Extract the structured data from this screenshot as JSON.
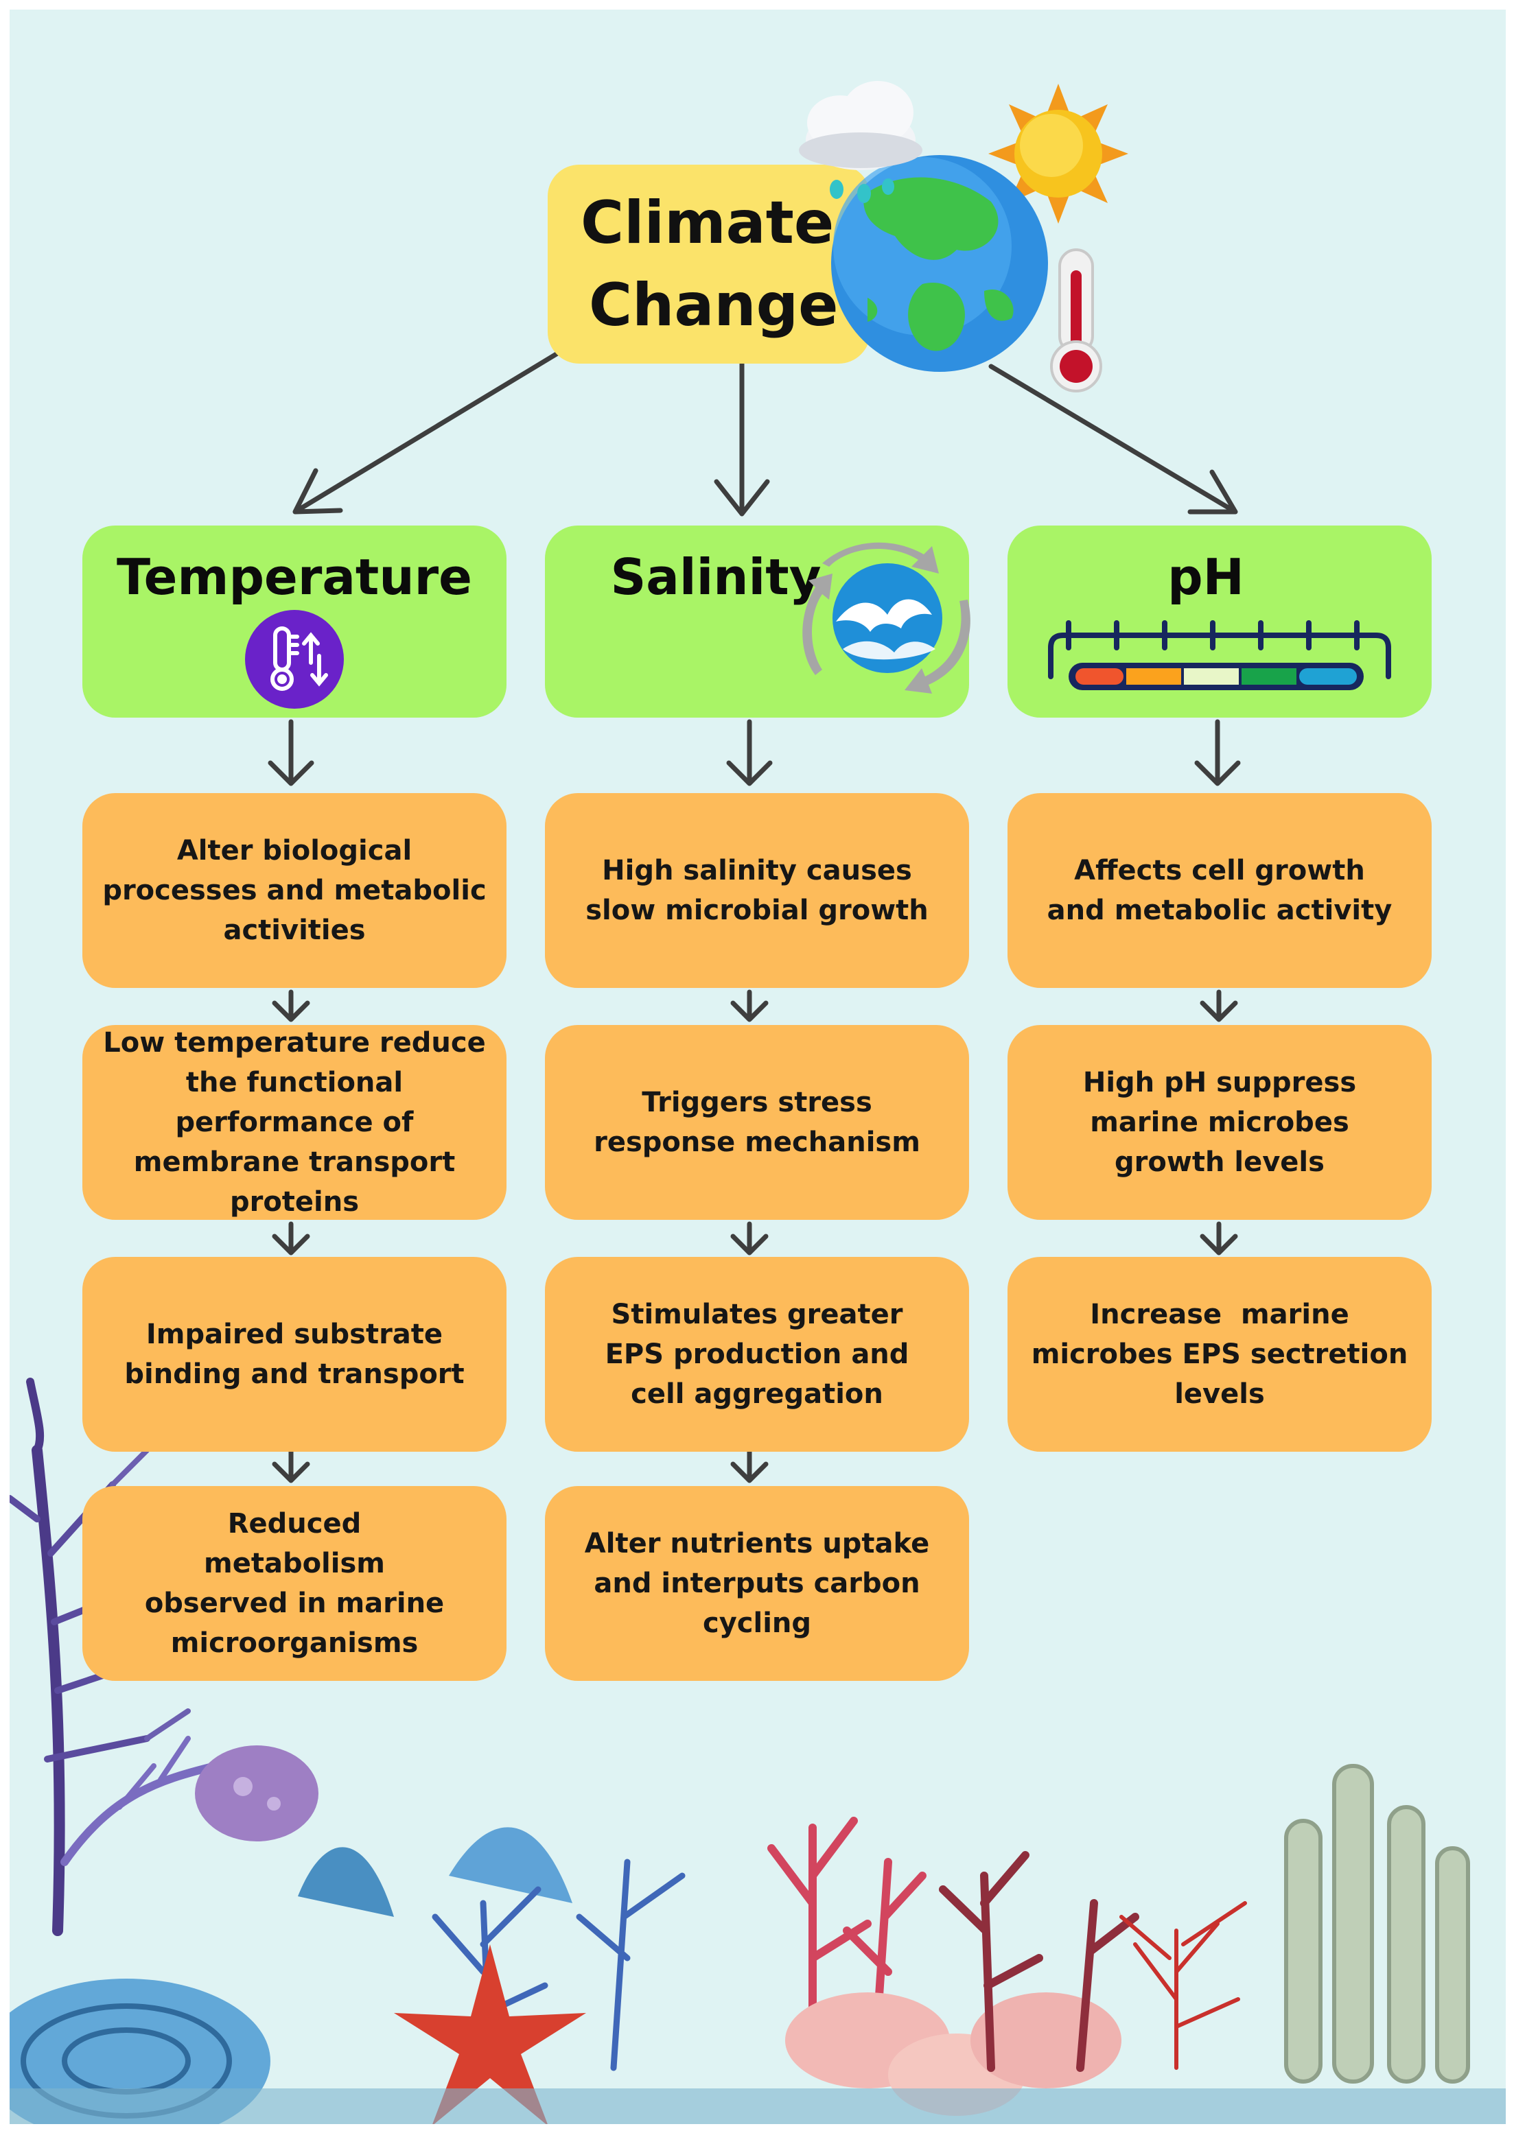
{
  "root": {
    "lines": [
      "Climate",
      "Change"
    ]
  },
  "factors": [
    {
      "id": "temperature",
      "label": "Temperature",
      "icon": "thermometer-updown-icon"
    },
    {
      "id": "salinity",
      "label": "Salinity",
      "icon": "waves-cycle-icon"
    },
    {
      "id": "ph",
      "label": "pH",
      "icon": "ph-scale-icon"
    }
  ],
  "columns": {
    "temperature": [
      "Alter biological processes and metabolic activities",
      "Low temperature reduce the functional performance of membrane transport proteins",
      "Impaired substrate binding and transport",
      "Reduced metabolism observed in marine microorganisms"
    ],
    "salinity": [
      "High salinity causes slow microbial growth",
      "Triggers stress response mechanism",
      "Stimulates greater EPS production and cell aggregation",
      "Alter nutrients uptake and interputs carbon cycling"
    ],
    "ph": [
      "Affects cell growth and metabolic activity",
      "High pH suppress marine microbes growth levels",
      "Increase  marine microbes EPS sectretion levels"
    ]
  },
  "colors": {
    "background": "#dff3f3",
    "root_box": "#fbe36a",
    "factor_box": "#a9f466",
    "effect_box": "#fdbb5a",
    "arrow": "#3e3e3e",
    "temperature_icon": "#6a22c9",
    "ph_scale": [
      "#f0552d",
      "#fba21d",
      "#e8f6c8",
      "#18a34a",
      "#1fa2d4"
    ]
  },
  "decorations": [
    "globe-icon",
    "sun-icon",
    "cloud-icon",
    "thermometer-icon",
    "coral-reef-illustration"
  ]
}
